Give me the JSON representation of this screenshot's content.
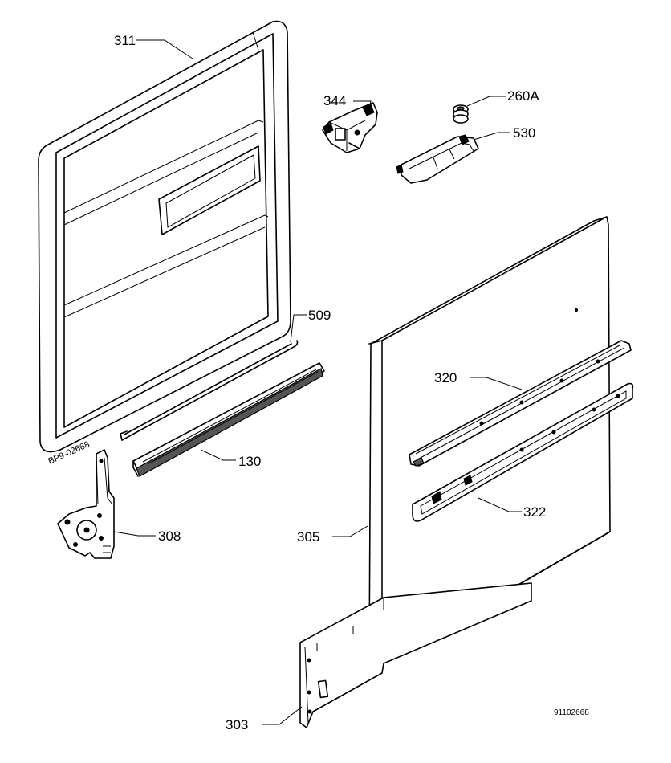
{
  "stamp_code": "BP9-02668",
  "drawing_number": "91102668",
  "parts": [
    {
      "id": "part-311",
      "label": "311"
    },
    {
      "id": "part-344",
      "label": "344"
    },
    {
      "id": "part-260a",
      "label": "260A"
    },
    {
      "id": "part-530",
      "label": "530"
    },
    {
      "id": "part-509",
      "label": "509"
    },
    {
      "id": "part-130",
      "label": "130"
    },
    {
      "id": "part-320",
      "label": "320"
    },
    {
      "id": "part-322",
      "label": "322"
    },
    {
      "id": "part-308",
      "label": "308"
    },
    {
      "id": "part-305",
      "label": "305"
    },
    {
      "id": "part-303",
      "label": "303"
    }
  ]
}
